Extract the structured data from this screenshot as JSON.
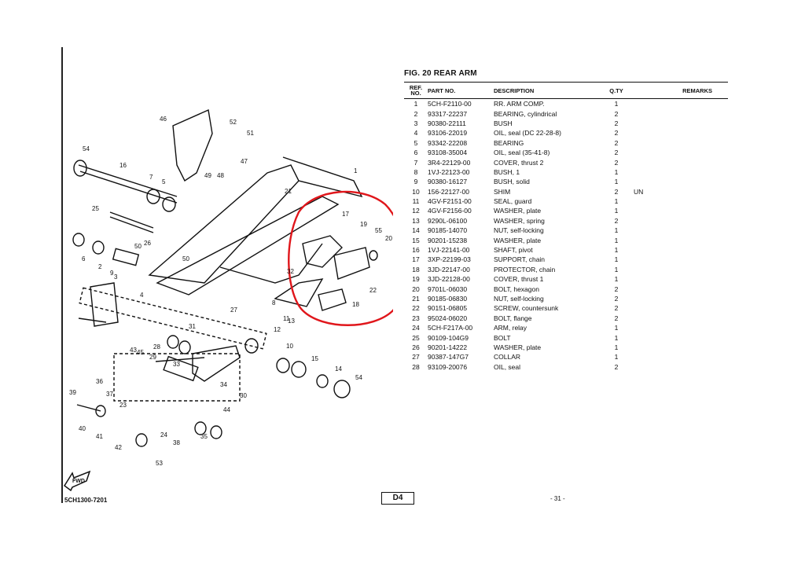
{
  "header": {
    "title": "FIG. 20 REAR ARM"
  },
  "columns": {
    "ref": "REF. NO.",
    "part": "PART NO.",
    "desc": "DESCRIPTION",
    "qty": "Q.TY",
    "remarks": "REMARKS"
  },
  "rows": [
    {
      "ref": "1",
      "part": "5CH-F2110-00",
      "desc": "RR. ARM COMP.",
      "qty": "1",
      "rem": ""
    },
    {
      "ref": "2",
      "part": "93317-22237",
      "desc": "BEARING, cylindrical",
      "qty": "2",
      "rem": ""
    },
    {
      "ref": "3",
      "part": "90380-22111",
      "desc": "BUSH",
      "qty": "2",
      "rem": ""
    },
    {
      "ref": "4",
      "part": "93106-22019",
      "desc": "OIL, seal (DC 22-28-8)",
      "qty": "2",
      "rem": ""
    },
    {
      "ref": "5",
      "part": "93342-22208",
      "desc": "BEARING",
      "qty": "2",
      "rem": ""
    },
    {
      "ref": "6",
      "part": "93108-35004",
      "desc": "OIL, seal (35-41-8)",
      "qty": "2",
      "rem": ""
    },
    {
      "ref": "7",
      "part": "3R4-22129-00",
      "desc": "COVER, thrust 2",
      "qty": "2",
      "rem": ""
    },
    {
      "ref": "8",
      "part": "1VJ-22123-00",
      "desc": "BUSH, 1",
      "qty": "1",
      "rem": ""
    },
    {
      "ref": "9",
      "part": "90380-16127",
      "desc": "BUSH, solid",
      "qty": "1",
      "rem": ""
    },
    {
      "ref": "10",
      "part": "156-22127-00",
      "desc": "SHIM",
      "qty": "2",
      "rem": "UN"
    },
    {
      "ref": "11",
      "part": "4GV-F2151-00",
      "desc": "SEAL, guard",
      "qty": "1",
      "rem": ""
    },
    {
      "ref": "12",
      "part": "4GV-F2156-00",
      "desc": "WASHER, plate",
      "qty": "1",
      "rem": ""
    },
    {
      "ref": "13",
      "part": "9290L-06100",
      "desc": "WASHER, spring",
      "qty": "2",
      "rem": ""
    },
    {
      "ref": "14",
      "part": "90185-14070",
      "desc": "NUT, self-locking",
      "qty": "1",
      "rem": ""
    },
    {
      "ref": "15",
      "part": "90201-15238",
      "desc": "WASHER, plate",
      "qty": "1",
      "rem": ""
    },
    {
      "ref": "16",
      "part": "1VJ-22141-00",
      "desc": "SHAFT, pivot",
      "qty": "1",
      "rem": ""
    },
    {
      "ref": "17",
      "part": "3XP-22199-03",
      "desc": "SUPPORT, chain",
      "qty": "1",
      "rem": ""
    },
    {
      "ref": "18",
      "part": "3JD-22147-00",
      "desc": "PROTECTOR, chain",
      "qty": "1",
      "rem": ""
    },
    {
      "ref": "19",
      "part": "3JD-22128-00",
      "desc": "COVER, thrust 1",
      "qty": "1",
      "rem": ""
    },
    {
      "ref": "20",
      "part": "9701L-06030",
      "desc": "BOLT, hexagon",
      "qty": "2",
      "rem": ""
    },
    {
      "ref": "21",
      "part": "90185-06830",
      "desc": "NUT, self-locking",
      "qty": "2",
      "rem": ""
    },
    {
      "ref": "22",
      "part": "90151-06805",
      "desc": "SCREW, countersunk",
      "qty": "2",
      "rem": ""
    },
    {
      "ref": "23",
      "part": "95024-06020",
      "desc": "BOLT, flange",
      "qty": "2",
      "rem": ""
    },
    {
      "ref": "24",
      "part": "5CH-F217A-00",
      "desc": "ARM, relay",
      "qty": "1",
      "rem": ""
    },
    {
      "ref": "25",
      "part": "90109-104G9",
      "desc": "BOLT",
      "qty": "1",
      "rem": ""
    },
    {
      "ref": "26",
      "part": "90201-14222",
      "desc": "WASHER, plate",
      "qty": "1",
      "rem": ""
    },
    {
      "ref": "27",
      "part": "90387-147G7",
      "desc": "COLLAR",
      "qty": "1",
      "rem": ""
    },
    {
      "ref": "28",
      "part": "93109-20076",
      "desc": "OIL, seal",
      "qty": "2",
      "rem": ""
    }
  ],
  "footer": {
    "code": "5CH1300-7201",
    "tag": "D4",
    "page": "- 31 -"
  },
  "diagram": {
    "fwd": "FWD",
    "labels": [
      "46",
      "52",
      "51",
      "54",
      "16",
      "7",
      "5",
      "49",
      "48",
      "47",
      "25",
      "21",
      "1",
      "50",
      "26",
      "6",
      "2",
      "3",
      "4",
      "9",
      "17",
      "19",
      "55",
      "20",
      "22",
      "18",
      "32",
      "50",
      "8",
      "11",
      "12",
      "13",
      "10",
      "15",
      "14",
      "54",
      "27",
      "28",
      "29",
      "31",
      "33",
      "34",
      "30",
      "44",
      "45",
      "43",
      "35",
      "36",
      "37",
      "23",
      "39",
      "40",
      "41",
      "42",
      "24",
      "38",
      "53"
    ],
    "accent": "#e0161b"
  }
}
